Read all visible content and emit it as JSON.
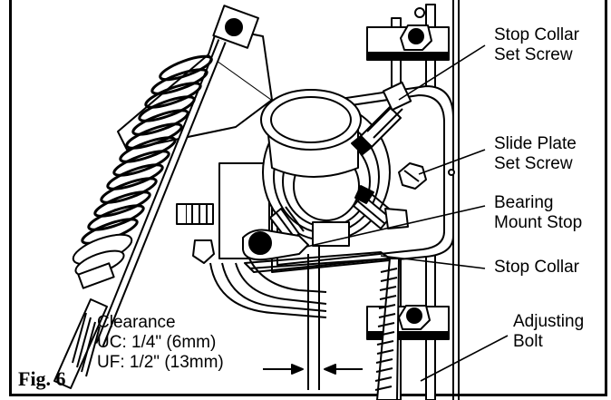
{
  "figure": {
    "label": "Fig. 6"
  },
  "callouts": {
    "stop_collar_set_screw": [
      "Stop Collar",
      "Set Screw"
    ],
    "slide_plate_set_screw": [
      "Slide Plate",
      "Set Screw"
    ],
    "bearing_mount_stop": [
      "Bearing",
      "Mount Stop"
    ],
    "stop_collar": "Stop Collar",
    "adjusting_bolt": [
      "Adjusting",
      "Bolt"
    ]
  },
  "clearance": {
    "title": "Clearance",
    "uc": "UC: 1/4\" (6mm)",
    "uf": "UF: 1/2\" (13mm)"
  }
}
